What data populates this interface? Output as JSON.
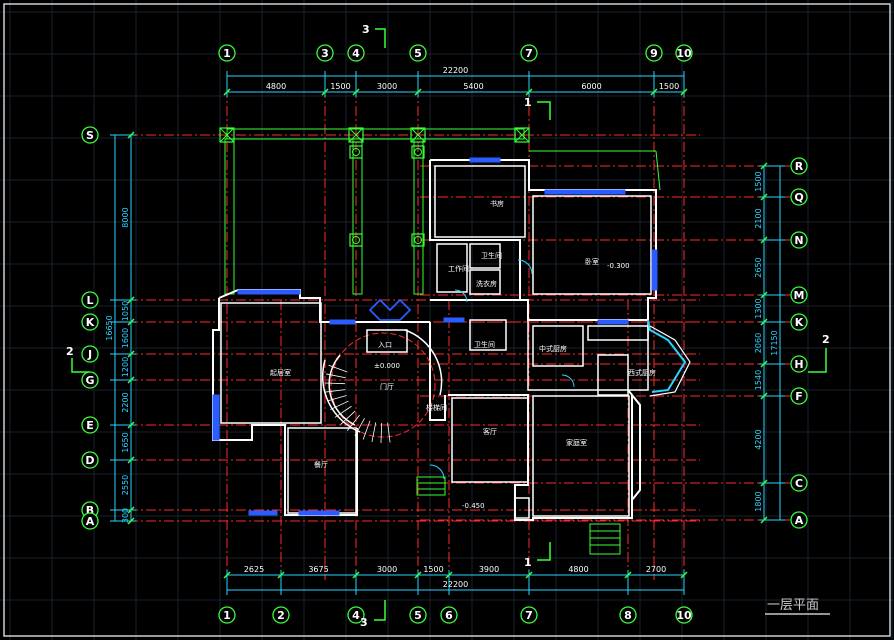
{
  "drawing_title": "一层平面",
  "colors": {
    "background": "#000000",
    "grid": "#16222e",
    "axis_line": "#ff2a2a",
    "wall": "#ffffff",
    "dimension": "#29d5ff",
    "bubble": "#39ff39",
    "window": "#2a5cff",
    "pergola": "#39ff39",
    "stair_circle": "#ff2a2a"
  },
  "axes_top": [
    "1",
    "3",
    "4",
    "5",
    "7",
    "9",
    "10"
  ],
  "axes_bottom": [
    "1",
    "2",
    "4",
    "5",
    "6",
    "7",
    "8",
    "10"
  ],
  "axes_left": [
    "S",
    "L",
    "K",
    "J",
    "G",
    "E",
    "D",
    "B",
    "A"
  ],
  "axes_right": [
    "R",
    "Q",
    "N",
    "M",
    "K",
    "H",
    "F",
    "C",
    "A"
  ],
  "top_dimensions": {
    "total": "22200",
    "segments": [
      "4800",
      "1500",
      "3000",
      "5400",
      "6000",
      "1500"
    ]
  },
  "bottom_dimensions": {
    "total": "22200",
    "segments": [
      "2625",
      "3675",
      "3000",
      "1500",
      "3900",
      "4800",
      "2700"
    ]
  },
  "left_dimensions": {
    "total": "16650",
    "segments": [
      "8000",
      "1050",
      "1600",
      "1200",
      "2200",
      "1650",
      "2550",
      "300"
    ]
  },
  "right_dimensions": {
    "total": "17150",
    "segments": [
      "1500",
      "2100",
      "2650",
      "1300",
      "2060",
      "1540",
      "4200",
      "1800"
    ]
  },
  "section_marks": {
    "top": "3",
    "bottom": "3",
    "left": "2",
    "right": "2",
    "mid_top": "1",
    "mid_bottom": "1"
  },
  "rooms": {
    "study": "书房",
    "bedroom": "卧室",
    "storage": "工作间",
    "bath1": "卫生间",
    "laundry": "洗衣房",
    "bath2": "卫生间",
    "entrance": "入口",
    "hall": "门厅",
    "living": "起居室",
    "dining": "餐厅",
    "kitchen": "中式厨房",
    "western_kitchen": "西式厨房",
    "family": "家庭室",
    "guest": "客厅",
    "stair": "楼梯间"
  },
  "elevations": {
    "bedroom": "-0.300",
    "hall": "±0.000",
    "garden": "-0.450"
  }
}
